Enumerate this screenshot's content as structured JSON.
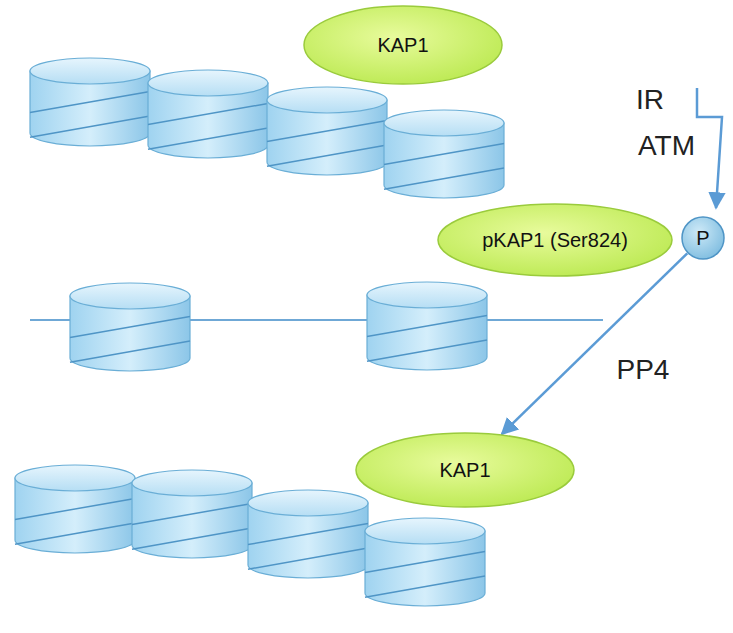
{
  "diagram": {
    "nodes": [
      {
        "text": [
          "KAP1"
        ]
      },
      {
        "text": [
          "pKAP1 (Ser824)"
        ]
      },
      {
        "text": [
          "P"
        ]
      },
      {
        "text": [
          "KAP1"
        ]
      }
    ],
    "edges": [
      {
        "from": 2,
        "to": 3,
        "arrow": "to",
        "label": "PP4"
      }
    ],
    "labels": [
      "IR",
      "ATM"
    ]
  }
}
